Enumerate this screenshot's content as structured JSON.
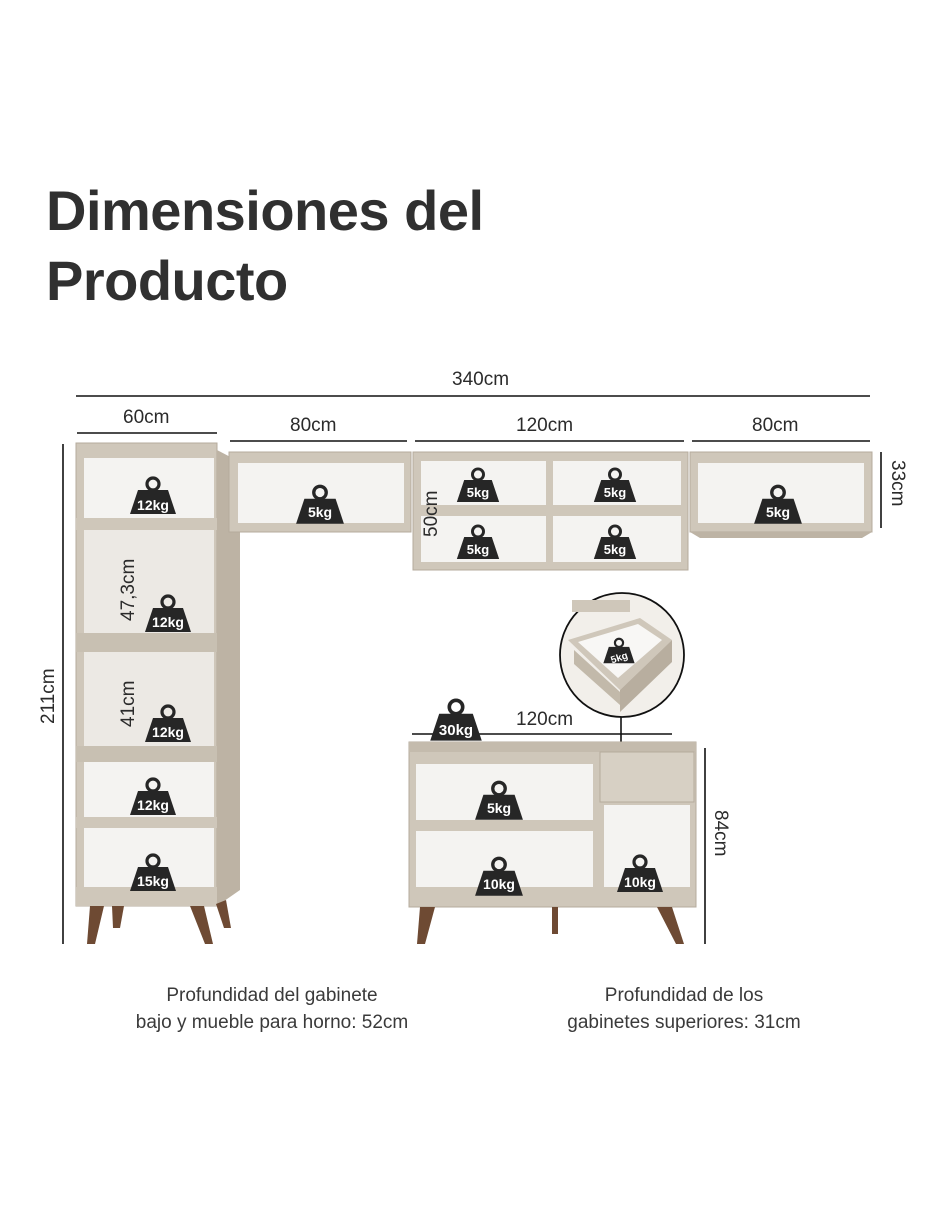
{
  "title": [
    "Dimensiones del",
    "Producto"
  ],
  "dimensions": {
    "total_width": "340cm",
    "tower_width": "60cm",
    "upper_cab_1_width": "80cm",
    "upper_cab_2_width": "120cm",
    "upper_cab_3_width": "80cm",
    "upper_height": "33cm",
    "upper_cab_2_height": "50cm",
    "tower_niche_1_height": "47,3cm",
    "tower_niche_2_height": "41cm",
    "total_height": "211cm",
    "base_cab_width": "120cm",
    "base_cab_height": "84cm"
  },
  "weights": {
    "tower": [
      "12kg",
      "12kg",
      "12kg",
      "12kg",
      "15kg"
    ],
    "upper_cab_1": "5kg",
    "upper_cab_2": [
      "5kg",
      "5kg",
      "5kg",
      "5kg"
    ],
    "upper_cab_3": "5kg",
    "countertop": "30kg",
    "base_shelf_top": "5kg",
    "base_shelf_bottom": "10kg",
    "base_right": "10kg",
    "drawer": "5kg"
  },
  "notes": {
    "base_depth": [
      "Profundidad del gabinete",
      "bajo y mueble para horno: 52cm"
    ],
    "upper_depth": [
      "Profundidad de los",
      "gabinetes superiores: 31cm"
    ]
  },
  "colors": {
    "furniture": "#cfc7ba",
    "furniture_edge": "#b5ab9c",
    "interior": "#f4f3f1",
    "legs": "#6e4a33",
    "weight_icon": "#262626",
    "lines": "#111111"
  }
}
